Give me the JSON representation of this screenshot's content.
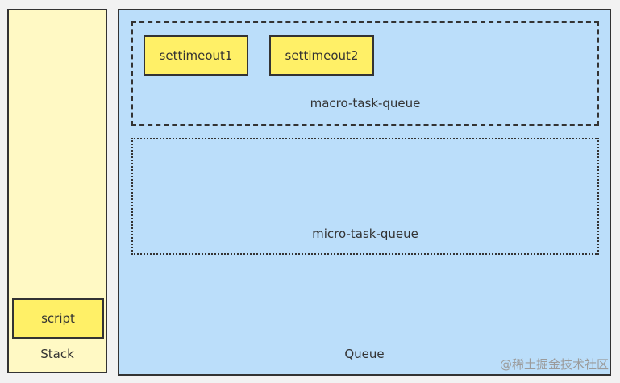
{
  "stack": {
    "label": "Stack",
    "items": [
      {
        "label": "script"
      }
    ]
  },
  "queue": {
    "label": "Queue",
    "macro": {
      "label": "macro-task-queue",
      "items": [
        {
          "label": "settimeout1"
        },
        {
          "label": "settimeout2"
        }
      ]
    },
    "micro": {
      "label": "micro-task-queue",
      "items": []
    }
  },
  "watermark": "@稀土掘金技术社区",
  "colors": {
    "stack_bg": "#fff9c4",
    "queue_bg": "#bbdefa",
    "task_bg": "#fff067",
    "border": "#333333",
    "page_bg": "#f2f2f2"
  }
}
